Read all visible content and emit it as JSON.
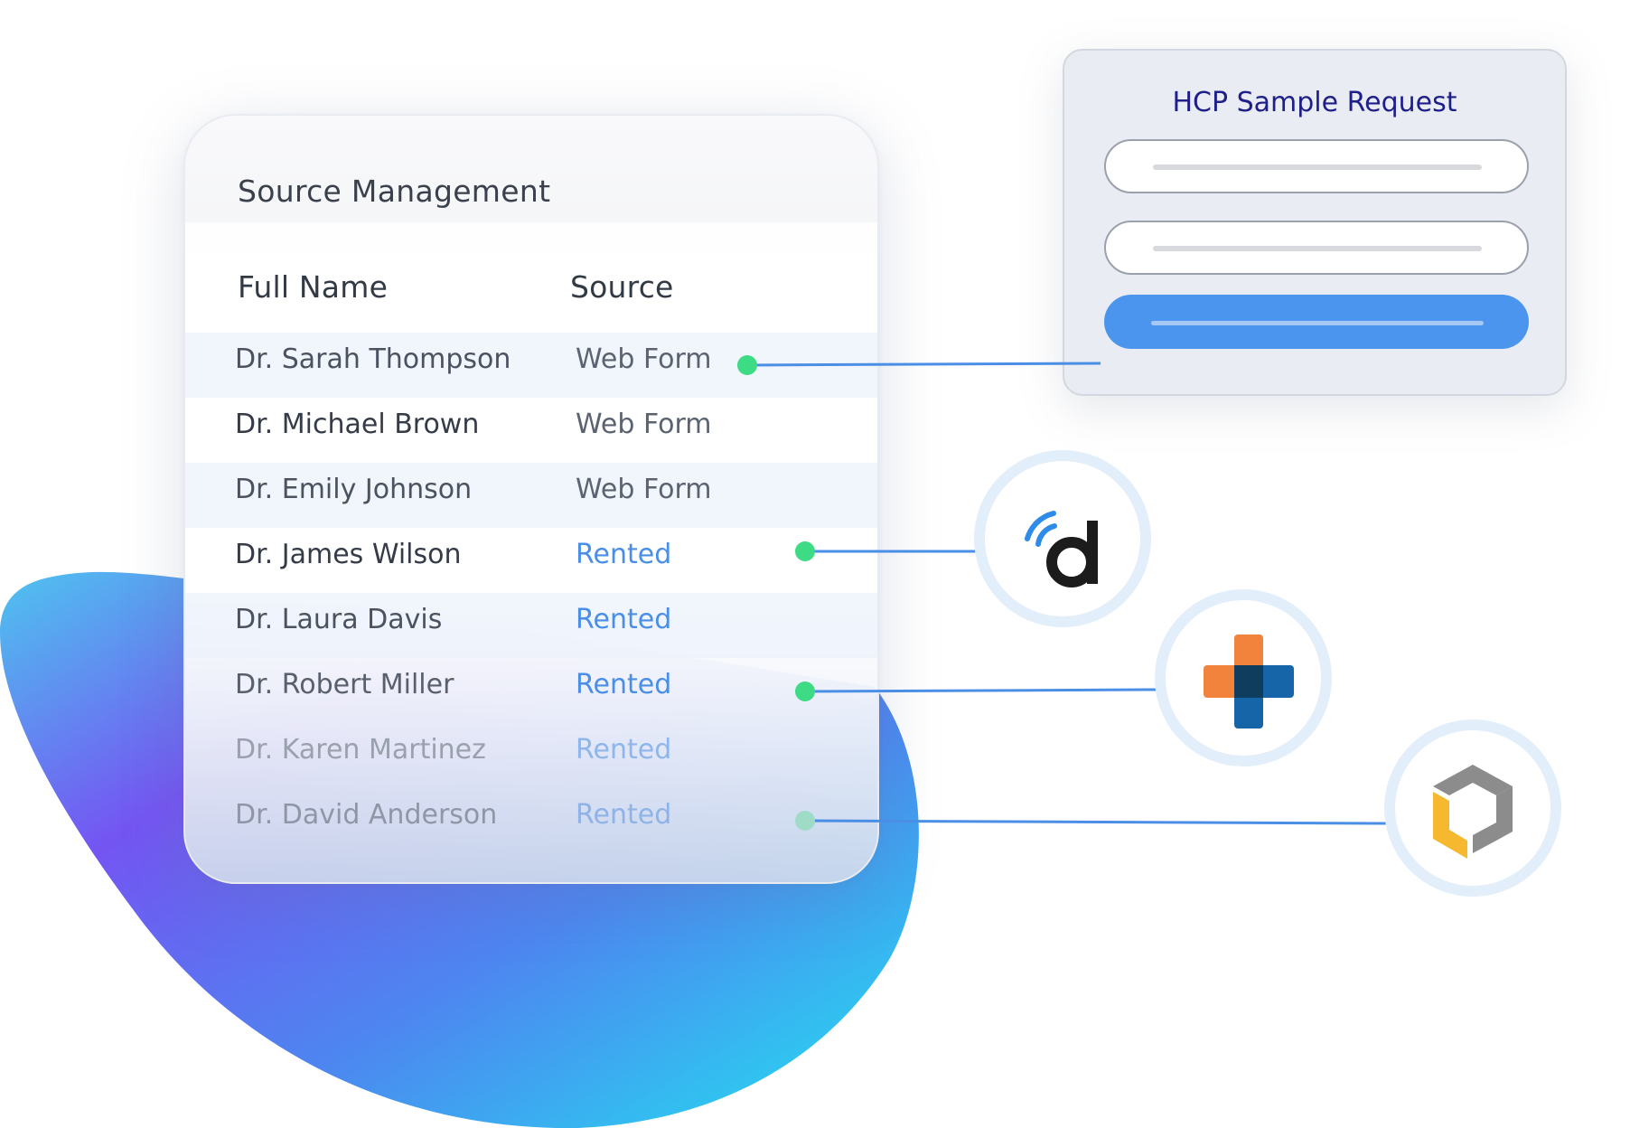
{
  "colors": {
    "row_highlight": "#ecf2fb",
    "rented": "#4a8ee6",
    "connector_dot": "#3ddc84",
    "connector_line": "#4a8ee6",
    "form_title": "#1f1f8a",
    "form_button": "#4b95ef",
    "blob_gradient": [
      "#4fc3ef",
      "#7457f2",
      "#4a8ee6",
      "#22e0f0"
    ]
  },
  "source_management": {
    "title": "Source Management",
    "columns": {
      "name": "Full Name",
      "source": "Source"
    },
    "rows": [
      {
        "name": "Dr. Sarah Thompson",
        "source": "Web Form"
      },
      {
        "name": "Dr. Michael Brown",
        "source": "Web Form"
      },
      {
        "name": "Dr. Emily Johnson",
        "source": "Web Form"
      },
      {
        "name": "Dr. James Wilson",
        "source": "Rented"
      },
      {
        "name": "Dr. Laura Davis",
        "source": "Rented"
      },
      {
        "name": "Dr. Robert Miller",
        "source": "Rented"
      },
      {
        "name": "Dr. Karen Martinez",
        "source": "Rented"
      },
      {
        "name": "Dr. David Anderson",
        "source": "Rented"
      }
    ]
  },
  "hcp_form": {
    "title": "HCP Sample Request"
  },
  "integrations": [
    {
      "icon": "doximity-d-icon"
    },
    {
      "icon": "medical-cross-logo-icon"
    },
    {
      "icon": "hexagon-cube-logo-icon"
    }
  ]
}
